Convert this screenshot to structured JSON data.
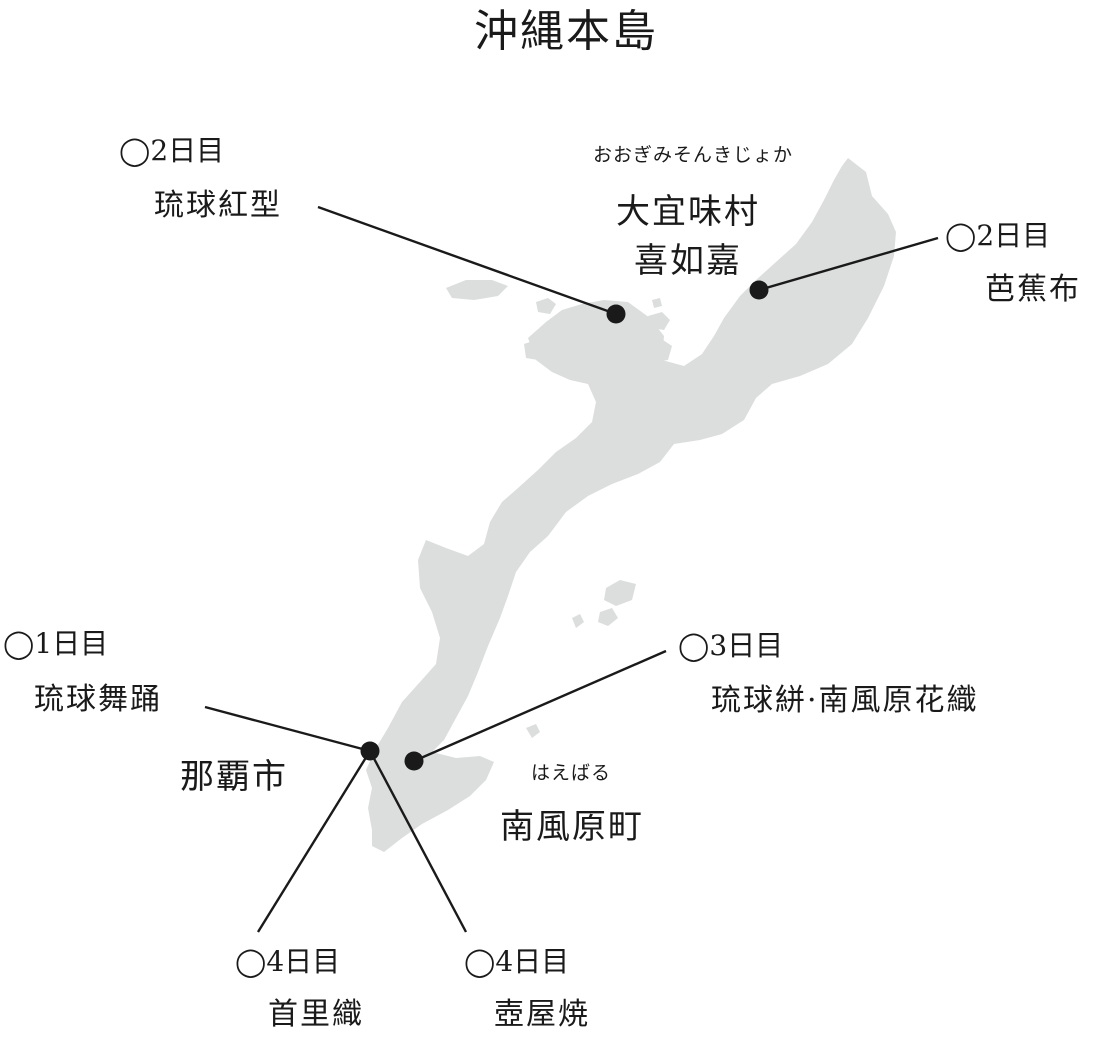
{
  "title": "沖縄本島",
  "colors": {
    "land": "#dcdddd",
    "line": "#1a1a1a",
    "marker": "#1a1a1a",
    "text": "#1a1a1a"
  },
  "markers": {
    "ogimi": {
      "day": "◯2日目",
      "craft": "芭蕉布",
      "place_ruby": "おおぎみそんきじょか",
      "place_line1": "大宜味村",
      "place_line2": "喜如嘉"
    },
    "kogata": {
      "day": "◯2日目",
      "craft": "琉球紅型"
    },
    "naha": {
      "place": "那覇市",
      "day1": "◯1日目",
      "craft1": "琉球舞踊",
      "day4a": "◯4日目",
      "craft4a": "首里織",
      "day4b": "◯4日目",
      "craft4b": "壺屋焼"
    },
    "haebaru": {
      "day": "◯3日目",
      "craft": "琉球絣·南風原花織",
      "place_ruby": "はえばる",
      "place": "南風原町"
    }
  }
}
